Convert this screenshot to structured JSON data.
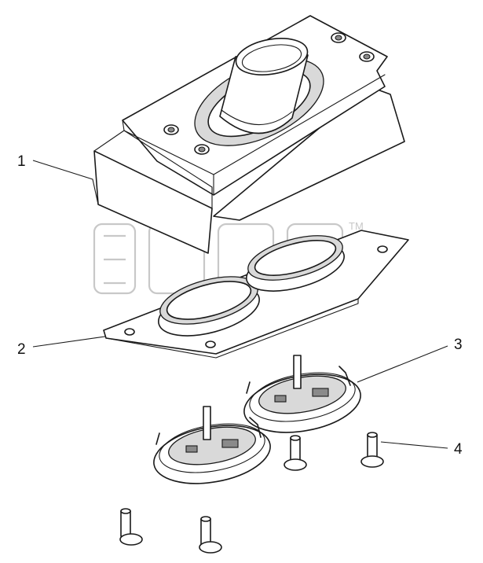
{
  "diagram": {
    "callouts": [
      {
        "id": "1",
        "label": "1"
      },
      {
        "id": "2",
        "label": "2"
      },
      {
        "id": "3",
        "label": "3"
      },
      {
        "id": "4",
        "label": "4"
      }
    ],
    "watermark": {
      "trademark": "TM"
    }
  }
}
